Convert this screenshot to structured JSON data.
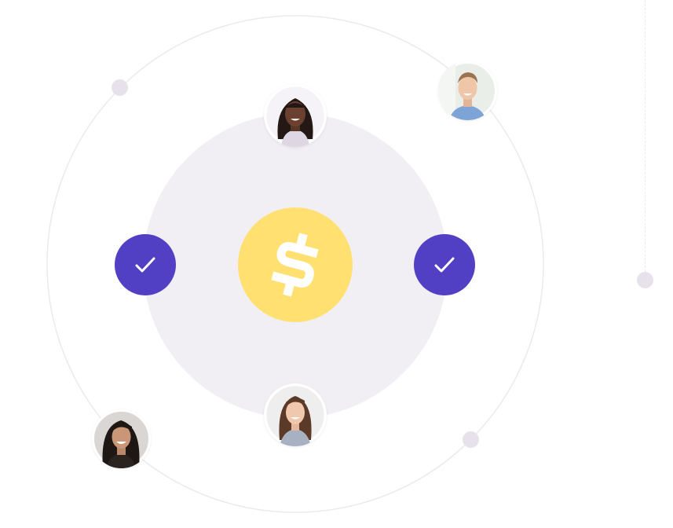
{
  "colors": {
    "background": "#ffffff",
    "inner_disc": "#f1eff4",
    "coin": "#ffe071",
    "check_button": "#5240c4",
    "orbit_line": "#ebe9ee",
    "accent_dot": "#e7e1ec"
  },
  "center": {
    "symbol": "$",
    "icon": "dollar-coin-icon"
  },
  "checks": [
    {
      "icon": "checkmark-icon",
      "state": "checked"
    },
    {
      "icon": "checkmark-icon",
      "state": "checked"
    }
  ],
  "avatars": [
    {
      "icon": "person-avatar",
      "position": "top"
    },
    {
      "icon": "person-avatar",
      "position": "bottom"
    },
    {
      "icon": "person-avatar",
      "position": "top-right"
    },
    {
      "icon": "person-avatar",
      "position": "bottom-left"
    }
  ]
}
